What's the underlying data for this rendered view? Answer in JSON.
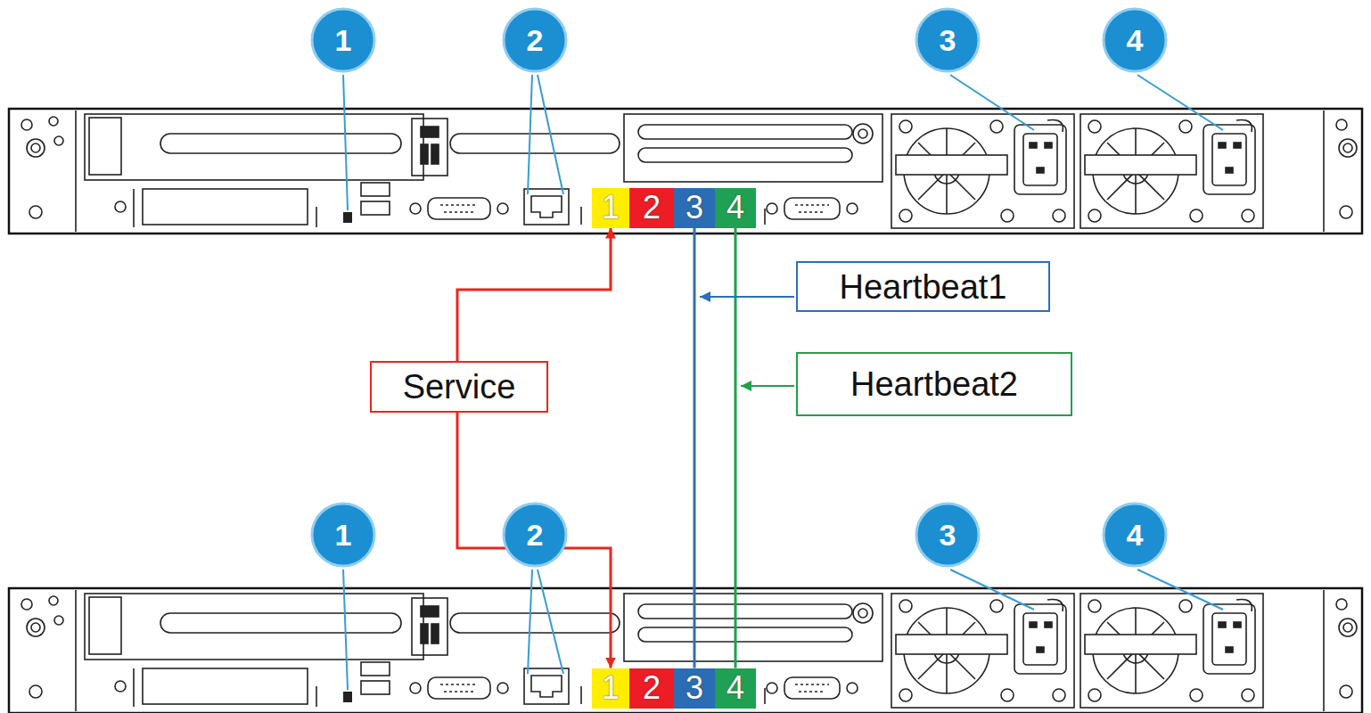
{
  "diagram": {
    "nodes": [
      {
        "text": [
          "1"
        ]
      },
      {
        "text": [
          "2"
        ]
      },
      {
        "text": [
          "3"
        ]
      },
      {
        "text": [
          "4"
        ]
      },
      {
        "text": [
          "1"
        ]
      },
      {
        "text": [
          "2"
        ]
      },
      {
        "text": [
          "3"
        ]
      },
      {
        "text": [
          "4"
        ]
      },
      {
        "text": [
          "1"
        ]
      },
      {
        "text": [
          "2"
        ]
      },
      {
        "text": [
          "3"
        ]
      },
      {
        "text": [
          "4"
        ]
      },
      {
        "text": [
          "1"
        ]
      },
      {
        "text": [
          "2"
        ]
      },
      {
        "text": [
          "3"
        ]
      },
      {
        "text": [
          "4"
        ]
      }
    ],
    "edges": [
      {
        "from": 4,
        "to": 12,
        "arrow": "both",
        "label": "Service"
      },
      {
        "from": 6,
        "to": 14,
        "arrow": "none",
        "label": "Heartbeat1"
      },
      {
        "from": 7,
        "to": 15,
        "arrow": "none",
        "label": "Heartbeat2"
      }
    ]
  }
}
